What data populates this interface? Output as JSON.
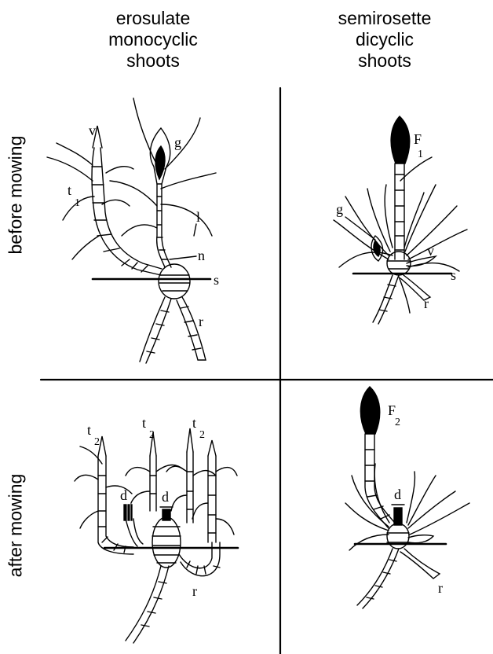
{
  "columns": [
    {
      "lines": [
        "erosulate",
        "monocyclic",
        "shoots"
      ]
    },
    {
      "lines": [
        "semirosette",
        "dicyclic",
        "shoots"
      ]
    }
  ],
  "rows": [
    {
      "label": "before mowing"
    },
    {
      "label": "after mowing"
    }
  ],
  "labels": {
    "v": "v",
    "g": "g",
    "t": "t",
    "sub1": "1",
    "sub2": "2",
    "l": "l",
    "n": "n",
    "s": "s",
    "r": "r",
    "d": "d",
    "F": "F"
  }
}
